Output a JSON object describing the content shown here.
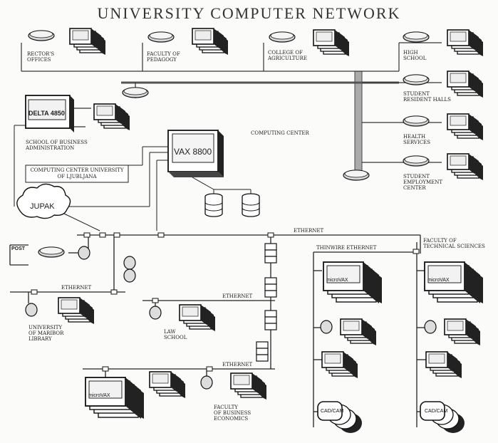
{
  "title": "UNIVERSITY COMPUTER NETWORK",
  "nodes": {
    "rector": "RECTOR'S\nOFFICES",
    "pedagogy": "FACULTY OF\nPEDAGOGY",
    "agriculture": "COLLEGE OF\nAGRICULTURE",
    "high_school": "HIGH\nSCHOOL",
    "halls": "STUDENT\nRESIDENT HALLS",
    "health": "HEALTH\nSERVICES",
    "employment": "STUDENT\nEMPLOYMENT\nCENTER",
    "business_admin": "SCHOOL OF BUSINESS\nADMINISTRATION",
    "computing_center": "COMPUTING CENTER",
    "ljubljana": "COMPUTING CENTER\nUNIVERSITY OF LJUBLJANA",
    "library": "UNIVERSITY\nOF MARIBOR\nLIBRARY",
    "law": "LAW\nSCHOOL",
    "economics": "FACULTY\nOF BUSINESS\nECONOMICS",
    "technical": "FACULTY OF\nTECHNICAL SCIENCES"
  },
  "devices": {
    "delta": "DELTA 4850",
    "vax": "VAX 8800",
    "jupak": "JUPAK",
    "post": "POST",
    "microvax": "microVAX",
    "cadcam": "CAD/CAM"
  },
  "networks": {
    "ethernet": "ETHERNET",
    "thinwire": "THINWIRE  ETHERNET"
  }
}
